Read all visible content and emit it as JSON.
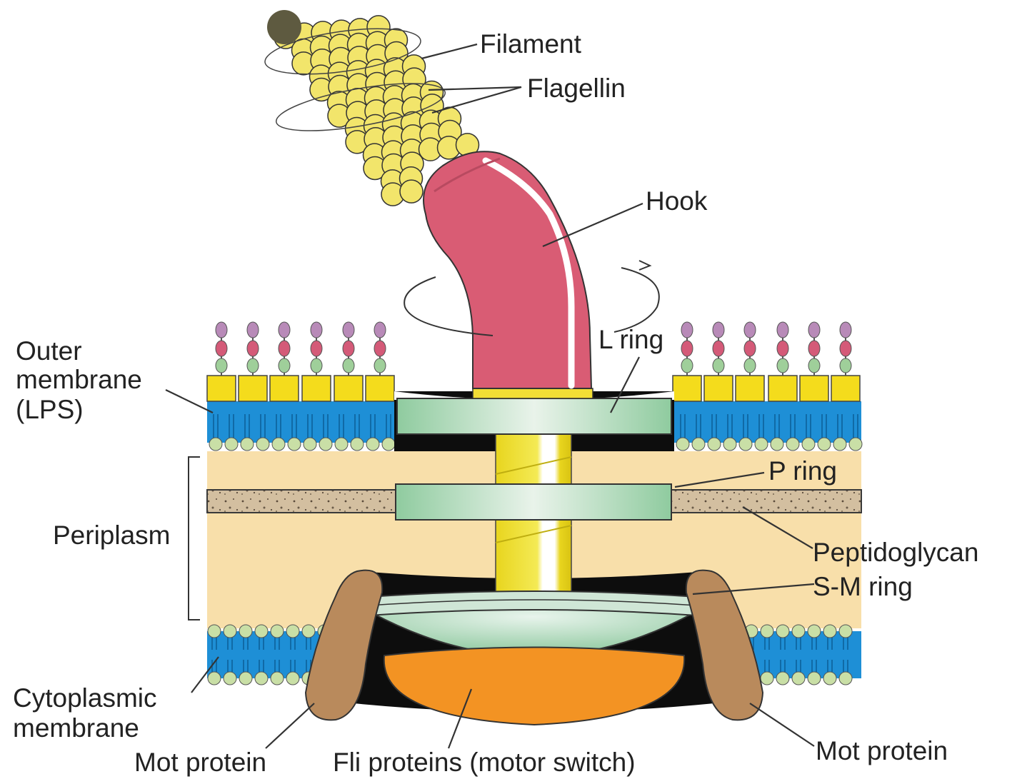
{
  "labels": {
    "filament": "Filament",
    "flagellin": "Flagellin",
    "hook": "Hook",
    "l_ring": "L ring",
    "outer_membrane_line1": "Outer",
    "outer_membrane_line2": "membrane",
    "outer_membrane_line3": "(LPS)",
    "p_ring": "P ring",
    "periplasm": "Periplasm",
    "peptidoglycan": "Peptidoglycan",
    "sm_ring": "S-M ring",
    "cytoplasmic_line1": "Cytoplasmic",
    "cytoplasmic_line2": "membrane",
    "mot_protein_left": "Mot protein",
    "fli_proteins": "Fli proteins (motor switch)",
    "mot_protein_right": "Mot protein"
  },
  "colors": {
    "flagellin": "#f2e56b",
    "hook": "#d95c74",
    "membrane_blue": "#1e8fd6",
    "lps_yellow": "#f4dc1c",
    "lipid_head": "#c9dfa6",
    "periplasm": "#f8dfaa",
    "peptidoglycan": "#cdb99a",
    "ring_green": "#9fd4b0",
    "mot": "#b98a5c",
    "fli": "#f39323",
    "rod_yellow": "#f1e42a"
  }
}
